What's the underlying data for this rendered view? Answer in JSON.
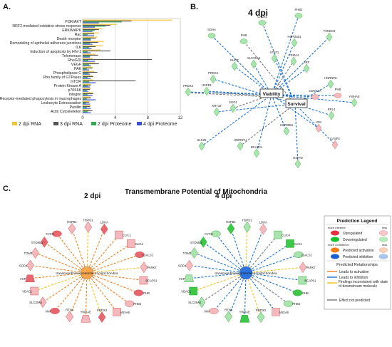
{
  "panel_a": {
    "letter": "A.",
    "legend": [
      "2 dpi RNA",
      "3 dpi RNA",
      "2 dpi Proteome",
      "4 dpi Proteome"
    ]
  },
  "panel_b": {
    "letter": "B.",
    "title": "4 dpi"
  },
  "panel_c": {
    "letter": "C.",
    "title": "Transmembrane Potential of Mitochondria",
    "left_title": "2 dpi",
    "right_title": "4 dpi",
    "hub_label": "transmembrane potential of mitochondria"
  },
  "prediction_legend": {
    "title": "Prediction Legend",
    "more_extreme": "more extreme",
    "less": "less",
    "upregulated": "Upregulated",
    "downregulated": "Downregulated",
    "more_confidence": "more confidence",
    "less2": "less",
    "predicted_activation": "Predicted activation",
    "predicted_inhibition": "Predicted inhibition",
    "relationships_title": "Predicted Relationships",
    "rel_activation": "Leads to activation",
    "rel_inhibition": "Leads to inhibition",
    "rel_inconsistent": "Findings inconsistent with state of downstream molecule",
    "rel_not_predicted": "Effect not predicted"
  },
  "colors": {
    "rna2": "#f5c232",
    "rna3": "#555555",
    "prot2": "#2fa84f",
    "prot4": "#3a4fcf",
    "up": "#e8676f",
    "up_light": "#f4b8bd",
    "down": "#3ec84a",
    "down_light": "#a9e3ad",
    "activation": "#f07f1e",
    "inhibition": "#1a73d6",
    "inconsistent": "#f2c018",
    "not_predicted": "#777777",
    "act_fill": "#f9a54a",
    "act_light": "#f9d7b6",
    "inh_fill": "#2d73de",
    "inh_light": "#a9c7ef"
  },
  "chart_data": {
    "type": "bar",
    "orientation": "horizontal",
    "categories": [
      "PI3K/AKT",
      "NRF2-mediated oxidative stress response",
      "ERK/MAPK",
      "Rac",
      "Death receptor",
      "Remodeling of epithelial adherens junctions",
      "ILK",
      "Induction of apoptosis by HIV-1",
      "Telomerase",
      "RhoGDI",
      "VEGF",
      "PAK",
      "Phospholipase C",
      "Rho family of GTPases",
      "mTOR",
      "Protein Kinase A",
      "p70S6K",
      "Integrin",
      "Receptor-mediated phagocytosis in macrophages",
      "Leukocyte Extravasation",
      "Paxillin",
      "Actin Cytoskeleton"
    ],
    "series": [
      {
        "name": "2 dpi RNA",
        "values": [
          11.0,
          4.2,
          2.4,
          2.0,
          1.8,
          2.6,
          2.5,
          2.2,
          1.6,
          1.2,
          1.5,
          1.2,
          1.4,
          1.2,
          1.3,
          1.0,
          1.0,
          1.2,
          1.0,
          0.9,
          1.0,
          0.8
        ]
      },
      {
        "name": "3 dpi RNA",
        "values": [
          6.0,
          3.4,
          2.0,
          1.4,
          1.6,
          1.9,
          1.6,
          3.4,
          1.9,
          8.5,
          2.0,
          1.2,
          1.8,
          1.3,
          6.5,
          1.0,
          0.9,
          1.3,
          1.0,
          0.8,
          0.9,
          1.2
        ]
      },
      {
        "name": "2 dpi Proteome",
        "values": [
          4.8,
          2.8,
          1.5,
          0.6,
          1.0,
          0.9,
          0.8,
          0.6,
          0.9,
          0.7,
          0.8,
          0.5,
          0.7,
          0.6,
          0.8,
          0.6,
          0.5,
          0.6,
          0.5,
          0.4,
          0.5,
          0.6
        ]
      },
      {
        "name": "4 dpi Proteome",
        "values": [
          2.0,
          1.5,
          1.2,
          1.4,
          1.0,
          1.2,
          1.1,
          1.0,
          0.9,
          1.5,
          1.0,
          0.8,
          0.9,
          1.0,
          1.6,
          0.9,
          0.7,
          1.2,
          1.6,
          0.9,
          1.0,
          1.0
        ]
      }
    ],
    "xticks": [
      "0",
      "4",
      "8",
      "12"
    ],
    "xlim": [
      0,
      12
    ],
    "grid": true,
    "legend_position": "bottom"
  },
  "network_b": {
    "hubs": [
      "Viability",
      "Survival"
    ],
    "nodes": [
      "CALR3",
      "PHB2",
      "SDHA",
      "PHB",
      "HSPD1B1",
      "TXNDC5",
      "PRDX4",
      "RHOT",
      "SLC25A6",
      "STAT1",
      "PSMA4",
      "ARF",
      "HNRNPK",
      "HSPD1",
      "PRDX3",
      "KRT18",
      "YWHAE",
      "SGO1",
      "RPL4",
      "CDKN1A",
      "PHB",
      "CASP2",
      "VIM",
      "SLC25",
      "HNRNPU",
      "BCAP31",
      "HSP90B1",
      "HSPA9"
    ]
  },
  "network_c2": {
    "nodes": [
      "CYCS",
      "HSPB1",
      "HSPD1",
      "LDHA",
      "CLIC1",
      "CLIC4",
      "LGALS1",
      "PARK7",
      "BCAP31",
      "PHB",
      "PHB2",
      "ANXA6",
      "PRDX3",
      "YWHAE",
      "RTN4",
      "VIM",
      "SLC25A6",
      "VDAC1",
      "VCP",
      "SOD1",
      "TGM2",
      "STOML2"
    ]
  },
  "network_c4": {
    "nodes": [
      "CYCS",
      "HSPB1",
      "HSPD1",
      "LDHA",
      "CLIC4",
      "CLIC1",
      "LGALS1",
      "PARK7",
      "BCAP31",
      "PHB",
      "PHB2",
      "ANXA6",
      "PRDX3",
      "YWHAE",
      "RTN4",
      "VIM",
      "SLC25A6",
      "VDAC1",
      "VCP",
      "SOD1",
      "TGM2",
      "STOML2"
    ]
  }
}
